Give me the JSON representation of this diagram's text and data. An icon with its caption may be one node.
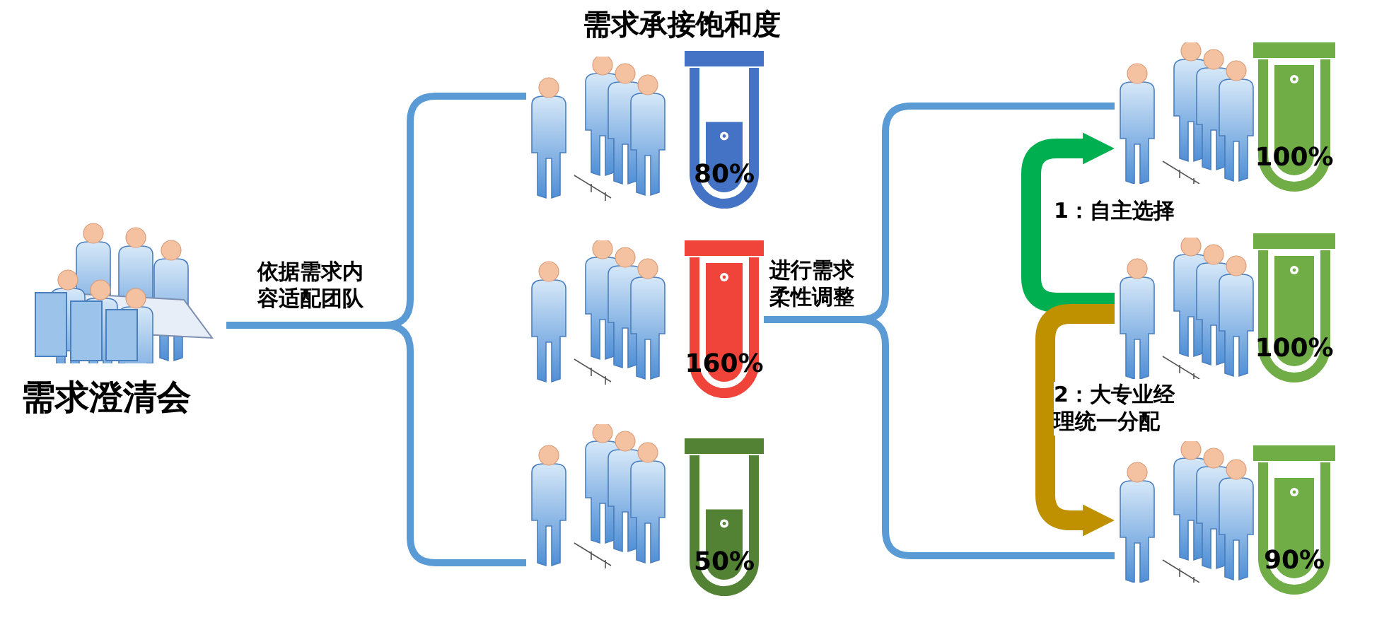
{
  "diagram": {
    "nodes": [
      {
        "text": [
          "需求澄清会"
        ]
      },
      {
        "text": [],
        "shape": "person"
      },
      {
        "text": [
          "80%"
        ]
      },
      {
        "text": [],
        "shape": "person"
      },
      {
        "text": [
          "160%"
        ]
      },
      {
        "text": [],
        "shape": "person"
      },
      {
        "text": [
          "50%"
        ]
      },
      {
        "text": [],
        "shape": "person"
      },
      {
        "text": [
          "100%"
        ]
      },
      {
        "text": [],
        "shape": "person"
      },
      {
        "text": [
          "100%"
        ]
      },
      {
        "text": [],
        "shape": "person"
      },
      {
        "text": [
          "90%"
        ]
      }
    ],
    "edges": [
      {
        "from": 0,
        "to": 1,
        "arrow": "none",
        "label": "依据需求内容适配团队"
      },
      {
        "from": 0,
        "to": 5,
        "arrow": "none"
      },
      {
        "from": 4,
        "to": 7,
        "arrow": "none",
        "label": "进行需求柔性调整"
      },
      {
        "from": 4,
        "to": 11,
        "arrow": "none"
      },
      {
        "from": 9,
        "to": 7,
        "arrow": "to",
        "label": "1：自主选择",
        "style": "thick",
        "color": "#00b050"
      },
      {
        "from": 9,
        "to": 11,
        "arrow": "to",
        "label": "2：大专业经理统一分配",
        "style": "thick",
        "color": "#bf9000"
      }
    ],
    "labels": [
      "需求承接饱和度"
    ]
  }
}
